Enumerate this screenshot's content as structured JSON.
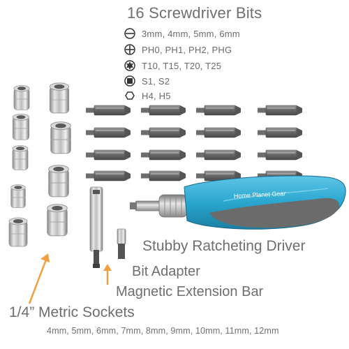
{
  "bits": {
    "title": "16 Screwdriver Bits",
    "rows": [
      {
        "icon": "slotted-icon",
        "text": "3mm, 4mm, 5mm, 6mm"
      },
      {
        "icon": "phillips-icon",
        "text": "PH0, PH1, PH2, PHG"
      },
      {
        "icon": "torx-icon",
        "text": "T10, T15, T20, T25"
      },
      {
        "icon": "square-icon",
        "text": "S1, S2"
      },
      {
        "icon": "hex-icon",
        "text": "H4, H5"
      }
    ]
  },
  "driver": {
    "label": "Stubby Ratcheting Driver",
    "brand": "Home Planet Gear"
  },
  "adapter": {
    "label": "Bit Adapter"
  },
  "extension": {
    "label": "Magnetic Extension Bar"
  },
  "sockets": {
    "label": "1/4” Metric Sockets",
    "sizes": "4mm, 5mm, 6mm, 7mm, 8mm, 9mm, 10mm, 11mm, 12mm"
  },
  "colors": {
    "handle_blue": "#2aa6cf",
    "handle_grip": "#6b6b6b",
    "arrow": "#f0a040",
    "text": "#6e6e6e",
    "chrome": "#c9c9c9"
  }
}
